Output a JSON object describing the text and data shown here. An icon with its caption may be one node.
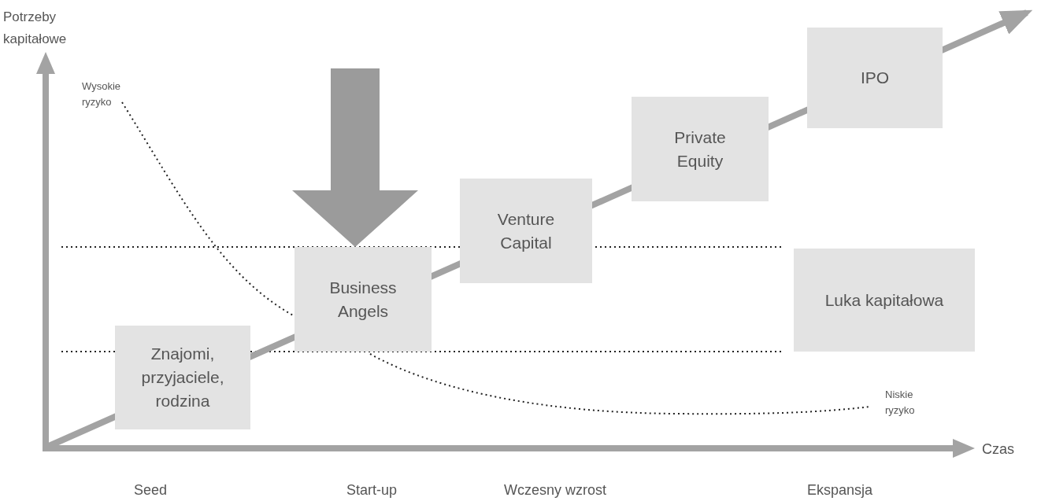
{
  "diagram": {
    "nodes": [
      {
        "text": [
          "Znajomi, przyjaciele, rodzina"
        ]
      },
      {
        "text": [
          "Business Angels"
        ]
      },
      {
        "text": [
          "Venture Capital"
        ]
      },
      {
        "text": [
          "Private Equity"
        ]
      },
      {
        "text": [
          "IPO"
        ]
      },
      {
        "text": [
          "Luka kapitałowa"
        ]
      }
    ],
    "edges": [
      {
        "from": null,
        "to": 1,
        "arrow": "to",
        "style": "thick"
      }
    ],
    "labels": [
      "Potrzeby kapitałowe",
      "Wysokie ryzyko",
      "Niskie ryzyko",
      "Czas",
      "Seed",
      "Start-up",
      "Wczesny wzrost",
      "Ekspansja"
    ]
  }
}
